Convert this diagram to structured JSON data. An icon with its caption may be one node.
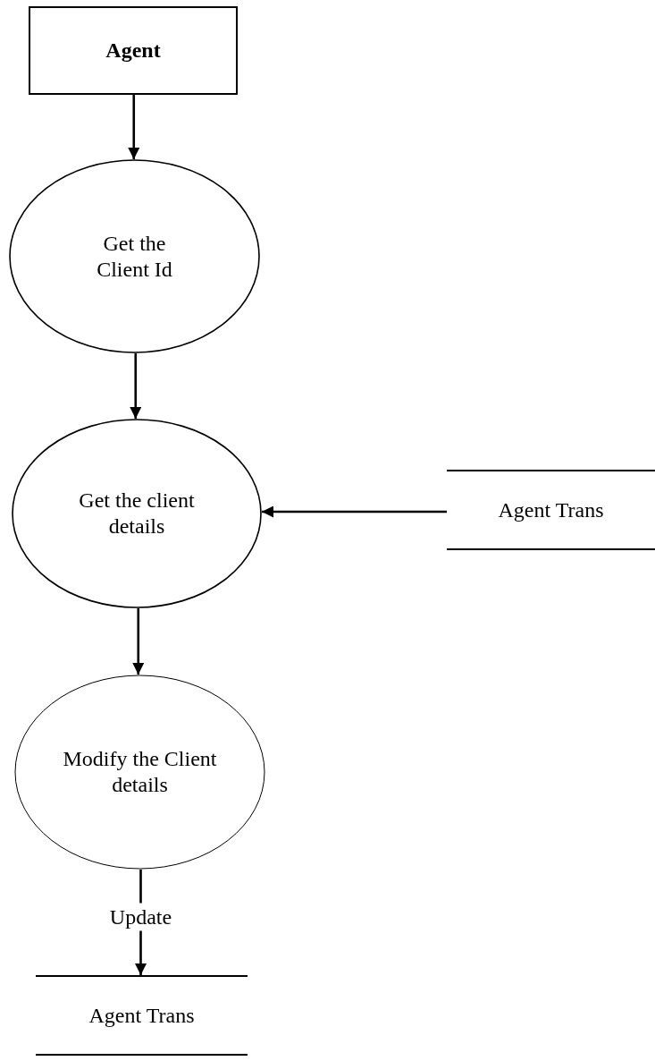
{
  "diagram": {
    "nodes": [
      {
        "text": [
          "Agent"
        ]
      },
      {
        "text": [
          "Get the Client Id"
        ]
      },
      {
        "text": [
          "Get the client details"
        ]
      },
      {
        "text": [
          "Agent Trans"
        ]
      },
      {
        "text": [
          "Modify the Client details"
        ]
      },
      {
        "text": [
          "Agent Trans"
        ]
      }
    ],
    "edges": [
      {
        "from": 0,
        "to": 1,
        "arrow": "to"
      },
      {
        "from": 1,
        "to": 2,
        "arrow": "to"
      },
      {
        "from": 3,
        "to": 2,
        "arrow": "to"
      },
      {
        "from": 2,
        "to": 4,
        "arrow": "to"
      },
      {
        "from": 4,
        "to": 5,
        "arrow": "to",
        "label": "Update"
      }
    ]
  }
}
